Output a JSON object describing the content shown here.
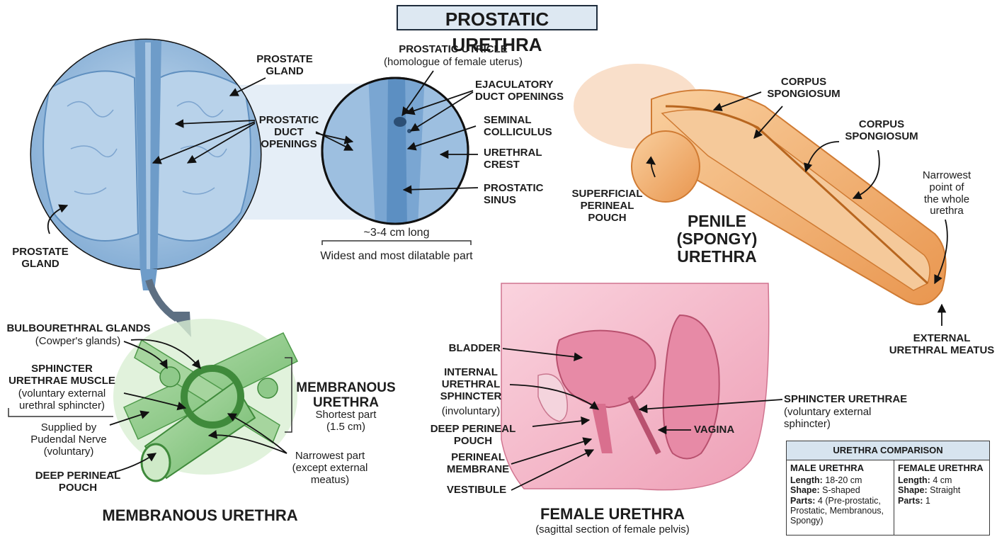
{
  "title": "PROSTATIC URETHRA",
  "prostatic": {
    "prostate_gland_top": "PROSTATE\nGLAND",
    "prostate_gland_left": "PROSTATE\nGLAND",
    "prostatic_duct_openings": "PROSTATIC\nDUCT\nOPENINGS",
    "prostatic_utricle": "PROSTATIC UTRICLE",
    "prostatic_utricle_note": "(homologue of female uterus)",
    "ejaculatory_duct_openings": "EJACULATORY\nDUCT OPENINGS",
    "seminal_colliculus": "SEMINAL\nCOLLICULUS",
    "urethral_crest": "URETHRAL\nCREST",
    "prostatic_sinus": "PROSTATIC\nSINUS",
    "length": "~3-4 cm long",
    "description": "Widest and most dilatable part"
  },
  "penile": {
    "corpus_spongiosum_1": "CORPUS\nSPONGIOSUM",
    "corpus_spongiosum_2": "CORPUS\nSPONGIOSUM",
    "superficial_perineal_pouch": "SUPERFICIAL\nPERINEAL\nPOUCH",
    "title": "PENILE\n(SPONGY)\nURETHRA",
    "narrowest_point": "Narrowest\npoint of\nthe whole\nurethra",
    "external_urethral_meatus": "EXTERNAL\nURETHRAL MEATUS"
  },
  "membranous": {
    "bulbourethral_glands": "BULBOURETHRAL GLANDS",
    "bulbourethral_note": "(Cowper's glands)",
    "sphincter_urethrae_muscle": "SPHINCTER\nURETHRAE MUSCLE",
    "sphincter_note": "(voluntary external\nurethral sphincter)",
    "supplied_by": "Supplied by\nPudendal Nerve\n(voluntary)",
    "deep_perineal_pouch": "DEEP PERINEAL\nPOUCH",
    "side_title": "MEMBRANOUS\nURETHRA",
    "side_note": "Shortest part\n(1.5 cm)",
    "narrowest_part": "Narrowest part\n(except external\nmeatus)",
    "title": "MEMBRANOUS URETHRA"
  },
  "female": {
    "bladder": "BLADDER",
    "internal_urethral_sphincter": "INTERNAL\nURETHRAL\nSPHINCTER",
    "internal_note": "(involuntary)",
    "deep_perineal_pouch": "DEEP PERINEAL\nPOUCH",
    "perineal_membrane": "PERINEAL\nMEMBRANE",
    "vestibule": "VESTIBULE",
    "sphincter_urethrae": "SPHINCTER URETHRAE",
    "sphincter_note": "(voluntary external\nsphincter)",
    "vagina": "VAGINA",
    "title": "FEMALE URETHRA",
    "subtitle": "(sagittal section of female pelvis)"
  },
  "comparison": {
    "header": "URETHRA COMPARISON",
    "male": {
      "heading": "MALE URETHRA",
      "length_key": "Length:",
      "length": "18-20 cm",
      "shape_key": "Shape:",
      "shape": "S-shaped",
      "parts_key": "Parts:",
      "parts": "4 (Pre-prostatic, Prostatic, Membranous, Spongy)"
    },
    "female": {
      "heading": "FEMALE URETHRA",
      "length_key": "Length:",
      "length": "4 cm",
      "shape_key": "Shape:",
      "shape": "Straight",
      "parts_key": "Parts:",
      "parts": "1"
    }
  },
  "colors": {
    "prostate_blue": "#8db5da",
    "membranous_green": "#8fc98a",
    "penile_orange": "#f2b072",
    "female_pink": "#f1a9bd",
    "table_header": "#d7e4ef"
  }
}
